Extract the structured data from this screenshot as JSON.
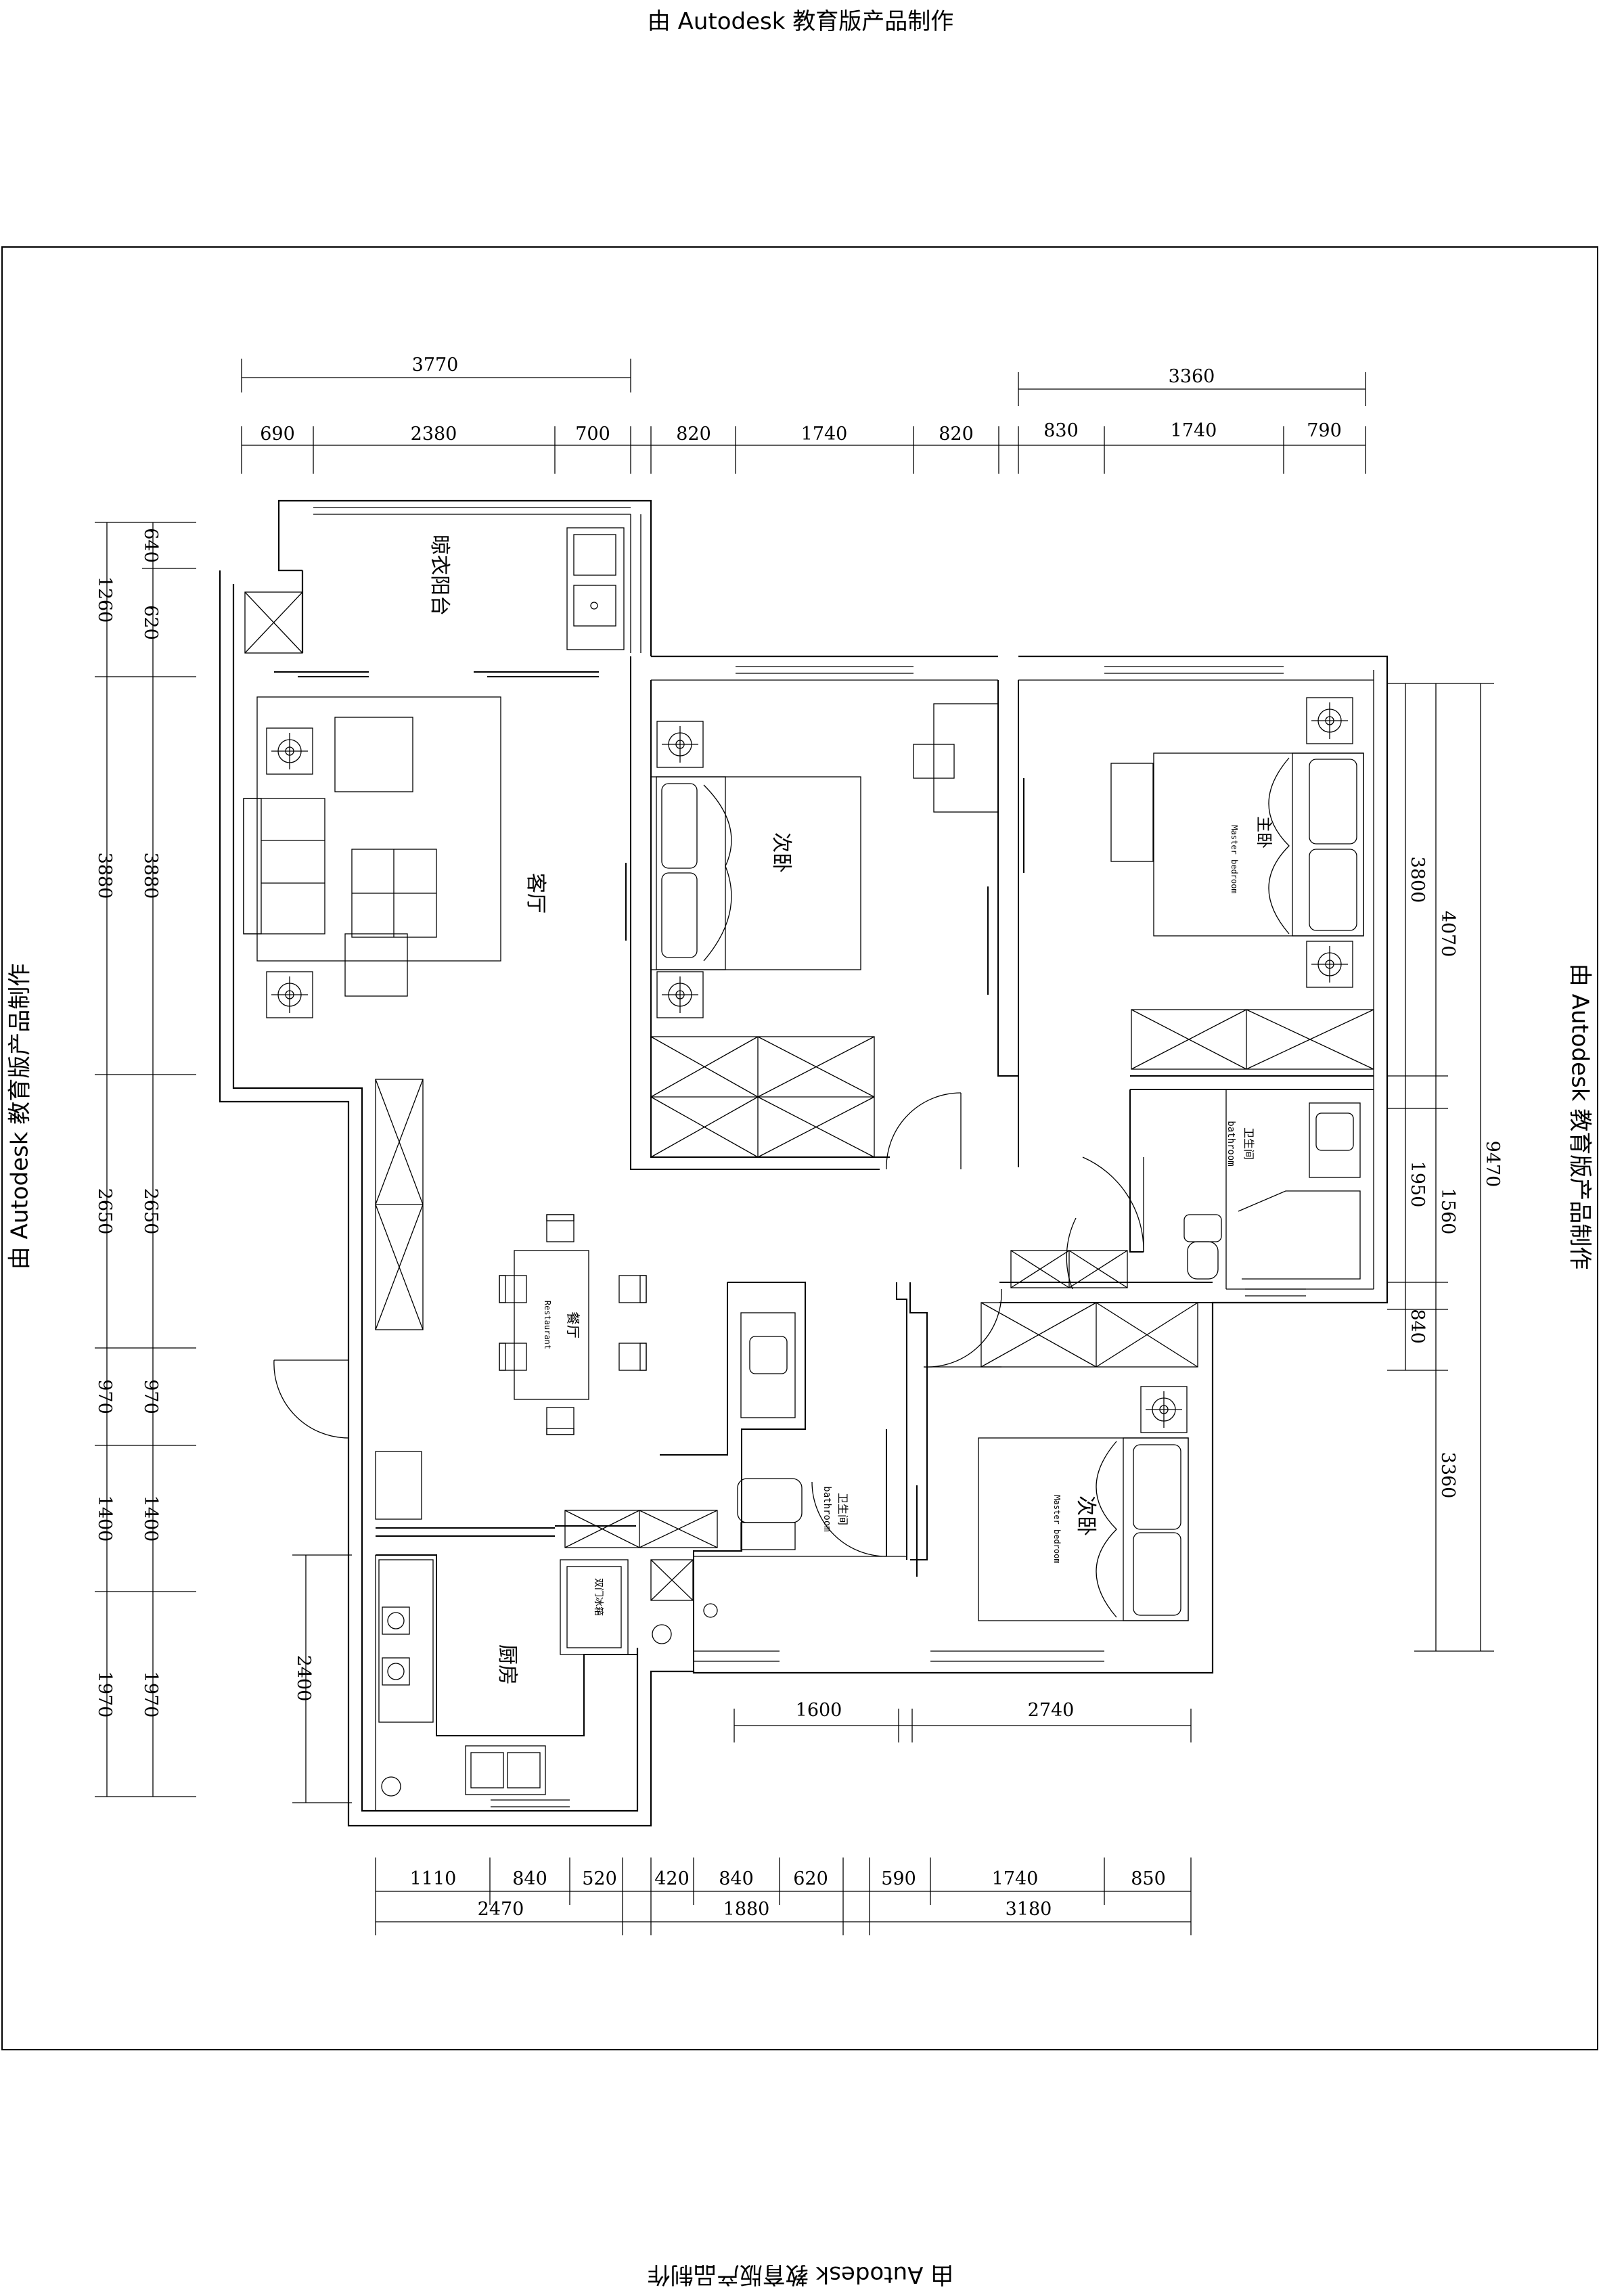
{
  "watermark": {
    "top": "由 Autodesk 教育版产品制作",
    "bottom": "由 Autodesk 教育版产品制作",
    "left": "由 Autodesk 教育版产品制作",
    "right": "由 Autodesk 教育版产品制作"
  },
  "rooms": {
    "laundry_balcony": "晾衣阳台",
    "living_room": "客厅",
    "dining_room": "餐厅",
    "dining_room_en": "Restaurant",
    "second_bedroom_1": "次卧",
    "master_bedroom": "主卧",
    "master_bedroom_en": "Master bedroom",
    "master_bath": "卫生间",
    "master_bath_en": "bathroom",
    "public_bath": "卫生间",
    "public_bath_en": "bathroom",
    "second_bedroom_2": "次卧",
    "second_bedroom_2_en": "Master bedroom",
    "kitchen": "厨房",
    "fridge": "双门冰箱"
  },
  "dimensions": {
    "top_total_left": "3770",
    "top_total_right": "3360",
    "top_segments": [
      "690",
      "2380",
      "700",
      "820",
      "1740",
      "820",
      "830",
      "1740",
      "790"
    ],
    "left_outer": [
      "1260",
      "3880",
      "2650",
      "970",
      "1400",
      "1970"
    ],
    "left_inner": [
      "640",
      "620",
      "3880",
      "2650",
      "970",
      "1400",
      "1970"
    ],
    "kitchen_height": "2400",
    "right_inner": [
      "3800",
      "1950",
      "840"
    ],
    "right_mid": [
      "4070",
      "1560",
      "3360"
    ],
    "right_total": "9470",
    "lower_inner": [
      "1600",
      "2740"
    ],
    "bottom_segments": [
      "1110",
      "840",
      "520",
      "420",
      "840",
      "620",
      "590",
      "1740",
      "850"
    ],
    "bottom_totals": [
      "2470",
      "1880",
      "3180"
    ]
  }
}
